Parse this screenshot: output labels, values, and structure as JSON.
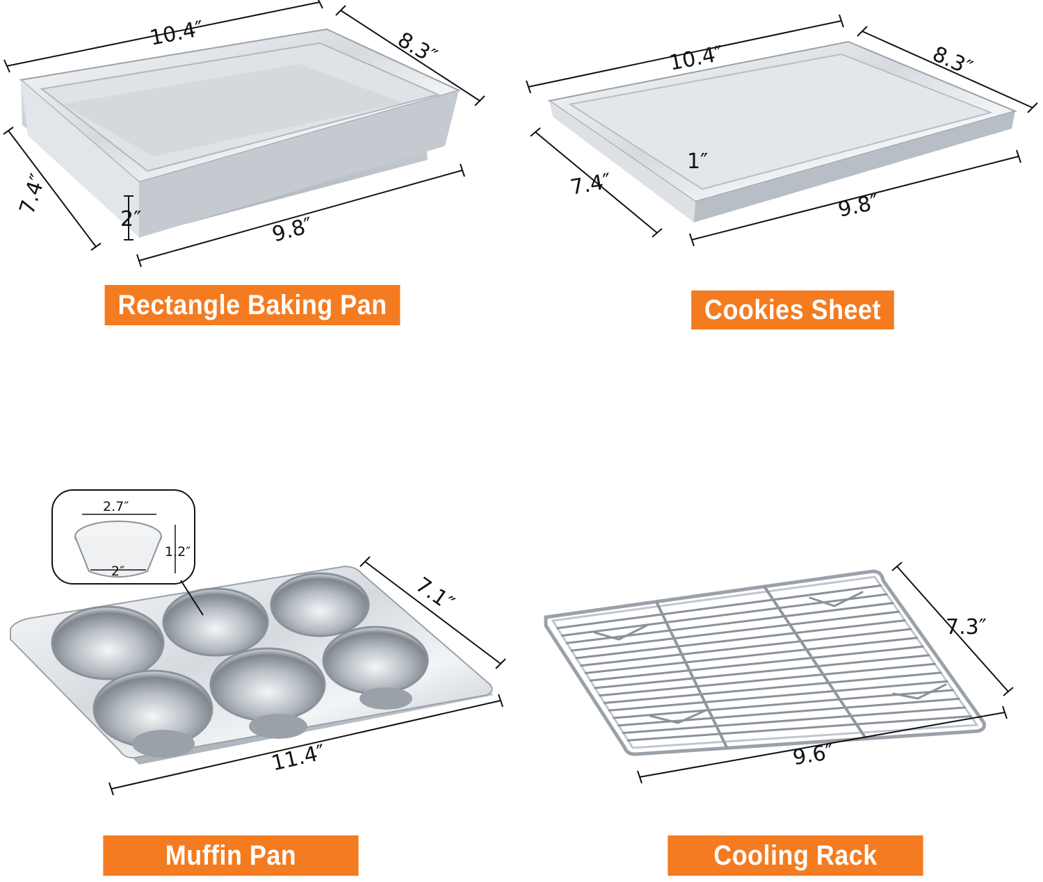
{
  "products": [
    {
      "label": "Rectangle Baking Pan",
      "dims": {
        "top": "10.4″",
        "right": "8.3″",
        "left": "7.4″",
        "bottom": "9.8″",
        "height": "2″"
      }
    },
    {
      "label": "Cookies Sheet",
      "dims": {
        "top": "10.4″",
        "right": "8.3″",
        "left": "7.4″",
        "bottom": "9.8″",
        "height": "1″"
      }
    },
    {
      "label": "Muffin Pan",
      "dims": {
        "right": "7.1″",
        "bottom": "11.4″",
        "cup_top": "2.7″",
        "cup_height": "1.2″",
        "cup_bottom": "2″"
      }
    },
    {
      "label": "Cooling Rack",
      "dims": {
        "right": "7.3″",
        "bottom": "9.6″"
      }
    }
  ],
  "colors": {
    "label_bg": "#f47b20",
    "label_text": "#ffffff",
    "steel_light": "#f4f6f8",
    "steel_mid": "#cdd2d8",
    "steel_dark": "#8d949c"
  }
}
